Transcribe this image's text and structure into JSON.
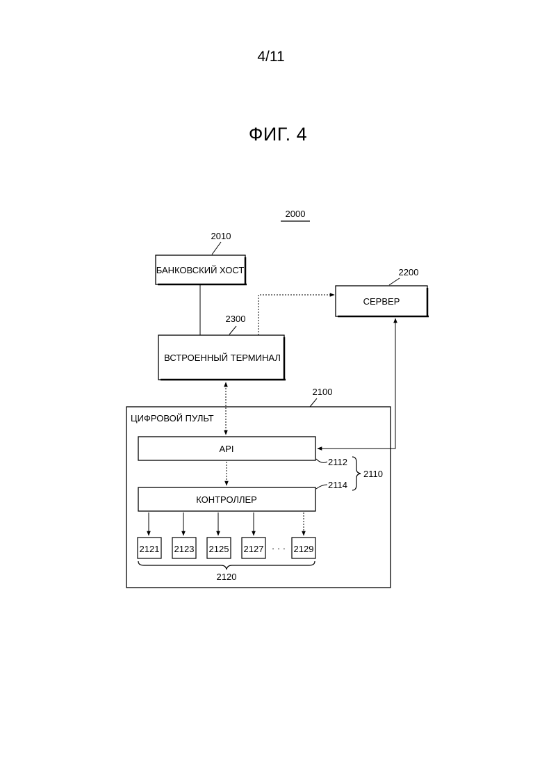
{
  "page_number": "4/11",
  "figure_title": "ФИГ. 4",
  "system_ref": "2000",
  "bank_host": {
    "ref": "2010",
    "label": "БАНКОВСКИЙ ХОСТ"
  },
  "server": {
    "ref": "2200",
    "label": "СЕРВЕР"
  },
  "terminal": {
    "ref": "2300",
    "label": "ВСТРОЕННЫЙ ТЕРМИНАЛ"
  },
  "console": {
    "ref": "2100",
    "label": "ЦИФРОВОЙ ПУЛЬТ"
  },
  "api": {
    "ref": "2112",
    "label": "API"
  },
  "controller": {
    "ref": "2114",
    "label": "КОНТРОЛЛЕР"
  },
  "api_controller_group_ref": "2110",
  "devices": [
    "2121",
    "2123",
    "2125",
    "2127",
    "2129"
  ],
  "devices_ellipsis": "· · ·",
  "devices_group_ref": "2120"
}
